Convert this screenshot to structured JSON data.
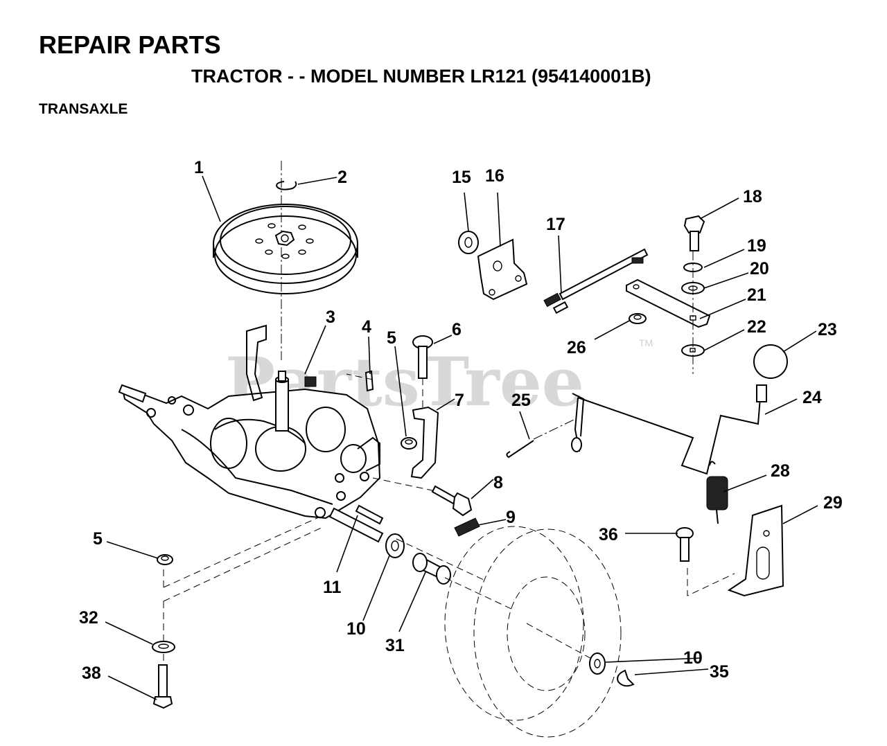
{
  "header": {
    "title": "REPAIR PARTS",
    "subtitle": "TRACTOR - - MODEL NUMBER LR121 (954140001B)",
    "section": "TRANSAXLE"
  },
  "watermark": {
    "text": "PartsTree",
    "trademark": "TM"
  },
  "callouts": {
    "c1": "1",
    "c2": "2",
    "c3": "3",
    "c4": "4",
    "c5a": "5",
    "c5b": "5",
    "c6": "6",
    "c7": "7",
    "c8": "8",
    "c9": "9",
    "c10a": "10",
    "c10b": "10",
    "c11": "11",
    "c15": "15",
    "c16": "16",
    "c17": "17",
    "c18": "18",
    "c19": "19",
    "c20": "20",
    "c21": "21",
    "c22": "22",
    "c23": "23",
    "c24": "24",
    "c25": "25",
    "c26": "26",
    "c28": "28",
    "c29": "29",
    "c31": "31",
    "c32": "32",
    "c35": "35",
    "c36": "36",
    "c38": "38"
  }
}
